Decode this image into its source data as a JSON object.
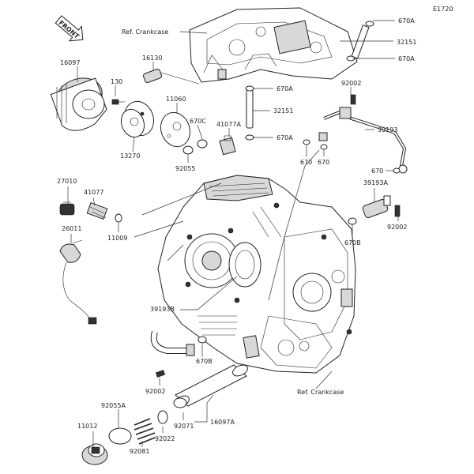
{
  "diagram_code": "E1720",
  "labels": {
    "ref_crankcase_top": "Ref. Crankcase",
    "ref_crankcase_bottom": "Ref. Crankcase",
    "p16097": "16097",
    "p130": "130",
    "p13270": "13270",
    "p16130": "16130",
    "p11060": "11060",
    "p670c": "670C",
    "p41077a": "41077A",
    "p92055": "92055",
    "p670a_1": "670A",
    "p32151_1": "32151",
    "p670a_2": "670A",
    "p670a_3": "670A",
    "p32151_2": "32151",
    "p670a_4": "670A",
    "p92002_1": "92002",
    "p39193": "39193",
    "p670_1": "670",
    "p670_2": "670",
    "p670_3": "670",
    "p39193a": "39193A",
    "p92002_2": "92002",
    "p27010": "27010",
    "p41077": "41077",
    "p11009": "11009",
    "p26011": "26011",
    "p670b_1": "670B",
    "p39193b": "39193B",
    "p670b_2": "670B",
    "p92002_3": "92002",
    "p92055a": "92055A",
    "p11012": "11012",
    "p92081": "92081",
    "p92022": "92022",
    "p92071": "92071",
    "p16097a": "16097A"
  },
  "front_badge": {
    "text": "FRONT"
  }
}
